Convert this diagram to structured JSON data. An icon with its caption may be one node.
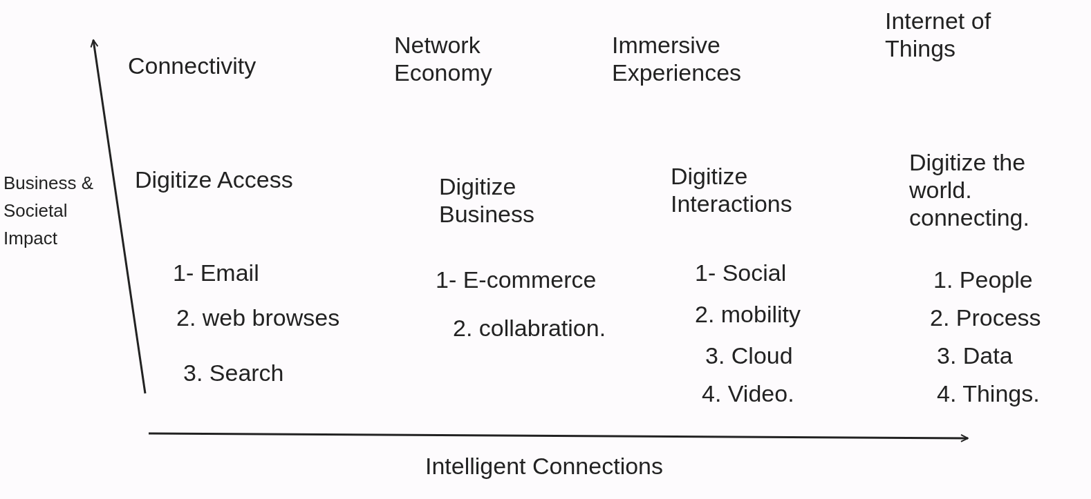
{
  "diagram": {
    "labels": [
      "Connectivity",
      "Network Economy",
      "Immersive Experiences",
      "Internet of Things",
      "Business & Societal Impact",
      "Digitize Access",
      "Digitize Business",
      "Digitize Interactions",
      "Digitize the world. connecting.",
      "1- Email",
      "1- E-commerce",
      "1- Social",
      "1. People",
      "2. web browses",
      "2. collabration.",
      "2. mobility",
      "2. Process",
      "3. Search",
      "3. Cloud",
      "3. Data",
      "4. Video.",
      "4. Things.",
      "Intelligent Connections"
    ]
  }
}
